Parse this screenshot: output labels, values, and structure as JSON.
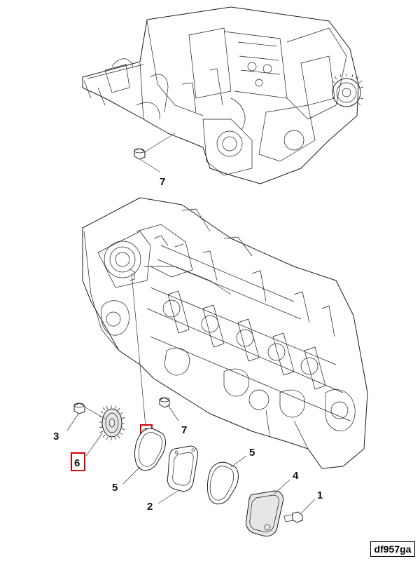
{
  "diagram": {
    "reference_code": "df957ga",
    "callouts": {
      "c7_top": "7",
      "c7_bottom": "7",
      "c3": "3",
      "c6": "6",
      "c5_left": "5",
      "c2": "2",
      "c5_right": "5",
      "c4": "4",
      "c1": "1"
    },
    "highlighted_parts": [
      "6"
    ],
    "highlight_color": "#d40000"
  }
}
